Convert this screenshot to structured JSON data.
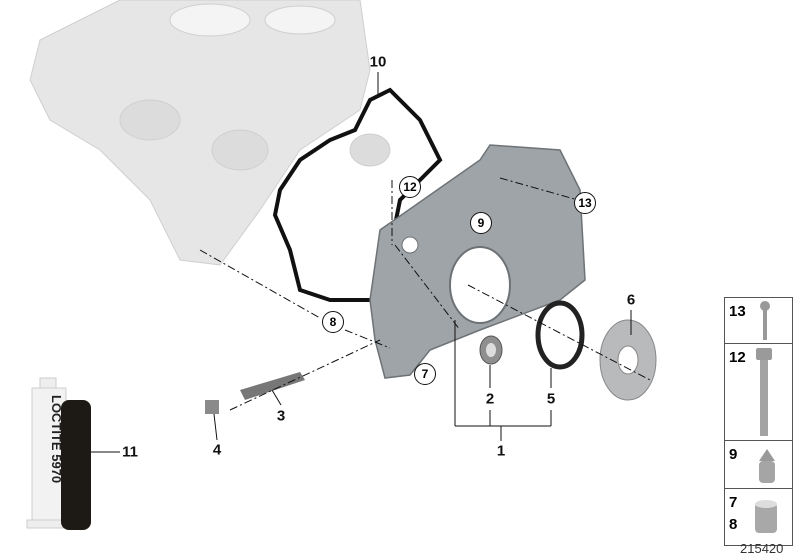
{
  "diagram": {
    "callouts": {
      "c1": "1",
      "c2": "2",
      "c3": "3",
      "c4": "4",
      "c5": "5",
      "c6": "6",
      "c7": "7",
      "c8": "8",
      "c9": "9",
      "c10": "10",
      "c11": "11",
      "c12": "12",
      "c13": "13"
    },
    "parts_panel": [
      {
        "label": "13"
      },
      {
        "label": "12"
      },
      {
        "label": "9"
      },
      {
        "label": "7\n8",
        "line1": "7",
        "line2": "8"
      }
    ],
    "product_label": {
      "brand": "LOCTITE",
      "number": "5970"
    },
    "reference_number": "215420"
  }
}
